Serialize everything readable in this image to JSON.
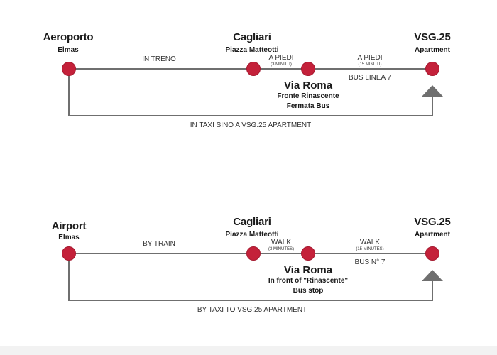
{
  "routes": [
    {
      "start": {
        "name": "Aeroporto",
        "sub": "Elmas"
      },
      "mid": {
        "name": "Cagliari",
        "sub": "Piazza Matteotti"
      },
      "end": {
        "name": "VSG.25",
        "sub": "Apartment"
      },
      "stop": {
        "name": "Via Roma",
        "line1": "Fronte Rinascente",
        "line2": "Fermata Bus"
      },
      "seg_train": "IN TRENO",
      "walk1": {
        "label": "A PIEDI",
        "time": "(3 MINUTI)"
      },
      "walk2": {
        "label": "A PIEDI",
        "time": "(15 MINUTI)"
      },
      "bus": "BUS LINEA 7",
      "taxi": "IN TAXI SINO A VSG.25 APARTMENT"
    },
    {
      "start": {
        "name": "Airport",
        "sub": "Elmas"
      },
      "mid": {
        "name": "Cagliari",
        "sub": "Piazza Matteotti"
      },
      "end": {
        "name": "VSG.25",
        "sub": "Apartment"
      },
      "stop": {
        "name": "Via Roma",
        "line1": "In front of \"Rinascente\"",
        "line2": "Bus stop"
      },
      "seg_train": "BY TRAIN",
      "walk1": {
        "label": "WALK",
        "time": "(3 MINUTES)"
      },
      "walk2": {
        "label": "WALK",
        "time": "(15 MINUTES)"
      },
      "bus": "BUS N° 7",
      "taxi": "BY TAXI TO VSG.25 APARTMENT"
    }
  ],
  "colors": {
    "stop_dot": "#c4213a",
    "line": "#6f6f6f"
  }
}
